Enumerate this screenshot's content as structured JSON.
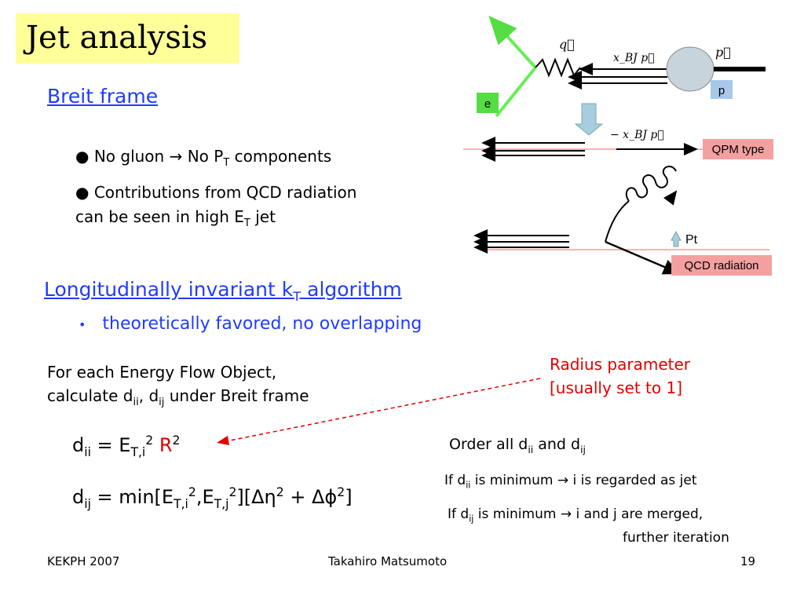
{
  "slide": {
    "title": "Jet analysis",
    "breit_heading": "Breit frame",
    "bullets": [
      {
        "pre": "No gluon ",
        "arrow": "→",
        "mid": " No P",
        "sub": "T",
        "post": " components"
      },
      {
        "line1": "Contributions from QCD radiation",
        "line2_pre": "can be seen in high E",
        "line2_sub": "T",
        "line2_post": " jet"
      }
    ],
    "kt_heading": {
      "pre": "Longitudinally invariant k",
      "sub": "T",
      "post": " algorithm"
    },
    "kt_bullet": "theoretically favored, no overlapping",
    "efo_line1": "For each Energy Flow Object,",
    "efo_line2": {
      "pre": "calculate d",
      "sub1": "ii",
      "mid": ", d",
      "sub2": "ij",
      "post": " under Breit frame"
    },
    "radius_line1": "Radius parameter",
    "radius_line2": "[usually set to 1]",
    "dii": {
      "d": "d",
      "sub": "ii",
      "eq": " = E",
      "esub": "T,i",
      "sup": "2",
      "R": " R",
      "Rsup": "2"
    },
    "dij": {
      "d": "d",
      "sub": "ij",
      "eq": " = min[E",
      "s1": "T,i",
      "p1": "2",
      "c": ",E",
      "s2": "T,j",
      "p2": "2",
      "tail": "][Δη",
      "p3": "2",
      "plus": " + Δϕ",
      "p4": "2",
      "end": "]"
    },
    "order": {
      "pre": "Order all d",
      "s1": "ii",
      "mid": " and d",
      "s2": "ij"
    },
    "if_ii": {
      "pre": "If d",
      "sub": "ii",
      "mid": " is minimum  ",
      "arrow": "→",
      "post": "  i is regarded as jet"
    },
    "if_ij": {
      "pre": "If d",
      "sub": "ij",
      "mid": " is minimum  ",
      "arrow": "→",
      "post": "  i and j are merged,"
    },
    "if_ij2": "further iteration"
  },
  "diagram": {
    "e_label": "e",
    "p_label": "p",
    "q_label": "q⃗",
    "xbj_label": "x_BJ p⃗",
    "p_vec_label": "p⃗",
    "minus_xbj_label": "− x_BJ p⃗",
    "qpm_label": "QPM type",
    "pt_label": "Pt",
    "qcd_label": "QCD radiation",
    "colors": {
      "green": "#66ee55",
      "box_green": "#55dd44",
      "box_blue": "#a8c8e8",
      "box_pink": "#f4a0a0",
      "arrow_blue": "#a8cce0"
    }
  },
  "footer": {
    "left": "KEKPH 2007",
    "center": "Takahiro Matsumoto",
    "page": "19"
  }
}
